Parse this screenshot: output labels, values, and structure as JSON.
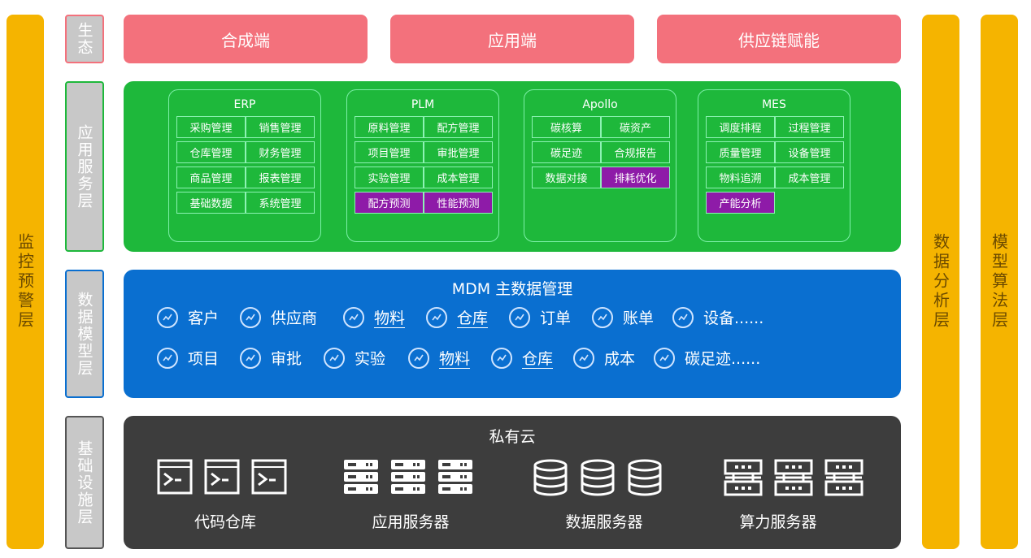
{
  "side": {
    "left": "监控预警层",
    "right1": "数据分析层",
    "right2": "模型算法层"
  },
  "layers": {
    "eco": "生态",
    "app": "应用服务层",
    "data": "数据模型层",
    "infra": "基础设施层"
  },
  "ecosystem": [
    "合成端",
    "应用端",
    "供应链赋能"
  ],
  "apps": [
    {
      "title": "ERP",
      "cells": [
        {
          "t": "采购管理"
        },
        {
          "t": "销售管理"
        },
        {
          "t": "仓库管理"
        },
        {
          "t": "财务管理"
        },
        {
          "t": "商品管理"
        },
        {
          "t": "报表管理"
        },
        {
          "t": "基础数据"
        },
        {
          "t": "系统管理"
        }
      ]
    },
    {
      "title": "PLM",
      "cells": [
        {
          "t": "原料管理"
        },
        {
          "t": "配方管理"
        },
        {
          "t": "项目管理"
        },
        {
          "t": "审批管理"
        },
        {
          "t": "实验管理"
        },
        {
          "t": "成本管理"
        },
        {
          "t": "配方预测",
          "hl": true
        },
        {
          "t": "性能预测",
          "hl": true
        }
      ]
    },
    {
      "title": "Apollo",
      "cells": [
        {
          "t": "碳核算"
        },
        {
          "t": "碳资产"
        },
        {
          "t": "碳足迹"
        },
        {
          "t": "合规报告"
        },
        {
          "t": "数据对接"
        },
        {
          "t": "排耗优化",
          "hl": true
        }
      ]
    },
    {
      "title": "MES",
      "cells": [
        {
          "t": "调度排程"
        },
        {
          "t": "过程管理"
        },
        {
          "t": "质量管理"
        },
        {
          "t": "设备管理"
        },
        {
          "t": "物料追溯"
        },
        {
          "t": "成本管理"
        },
        {
          "t": "产能分析",
          "hl": true
        }
      ]
    }
  ],
  "mdm": {
    "title": "MDM 主数据管理",
    "row1": [
      {
        "t": "客户"
      },
      {
        "t": "供应商"
      },
      {
        "t": "物料",
        "u": true
      },
      {
        "t": "仓库",
        "u": true
      },
      {
        "t": "订单"
      },
      {
        "t": "账单"
      },
      {
        "t": "设备......"
      }
    ],
    "row2": [
      {
        "t": "项目"
      },
      {
        "t": "审批"
      },
      {
        "t": "实验"
      },
      {
        "t": "物料",
        "u": true
      },
      {
        "t": "仓库",
        "u": true
      },
      {
        "t": "成本"
      },
      {
        "t": "碳足迹......"
      }
    ]
  },
  "infra": {
    "title": "私有云",
    "groups": [
      {
        "label": "代码仓库",
        "icon": "terminal-icon"
      },
      {
        "label": "应用服务器",
        "icon": "server-icon"
      },
      {
        "label": "数据服务器",
        "icon": "database-icon"
      },
      {
        "label": "算力服务器",
        "icon": "compute-icon"
      }
    ]
  },
  "colors": {
    "orange": "#F5B400",
    "red": "#F3717C",
    "green": "#1EB83B",
    "blue": "#0A6FD0",
    "dark": "#3D3D3D",
    "purple": "#8E1BA8"
  }
}
